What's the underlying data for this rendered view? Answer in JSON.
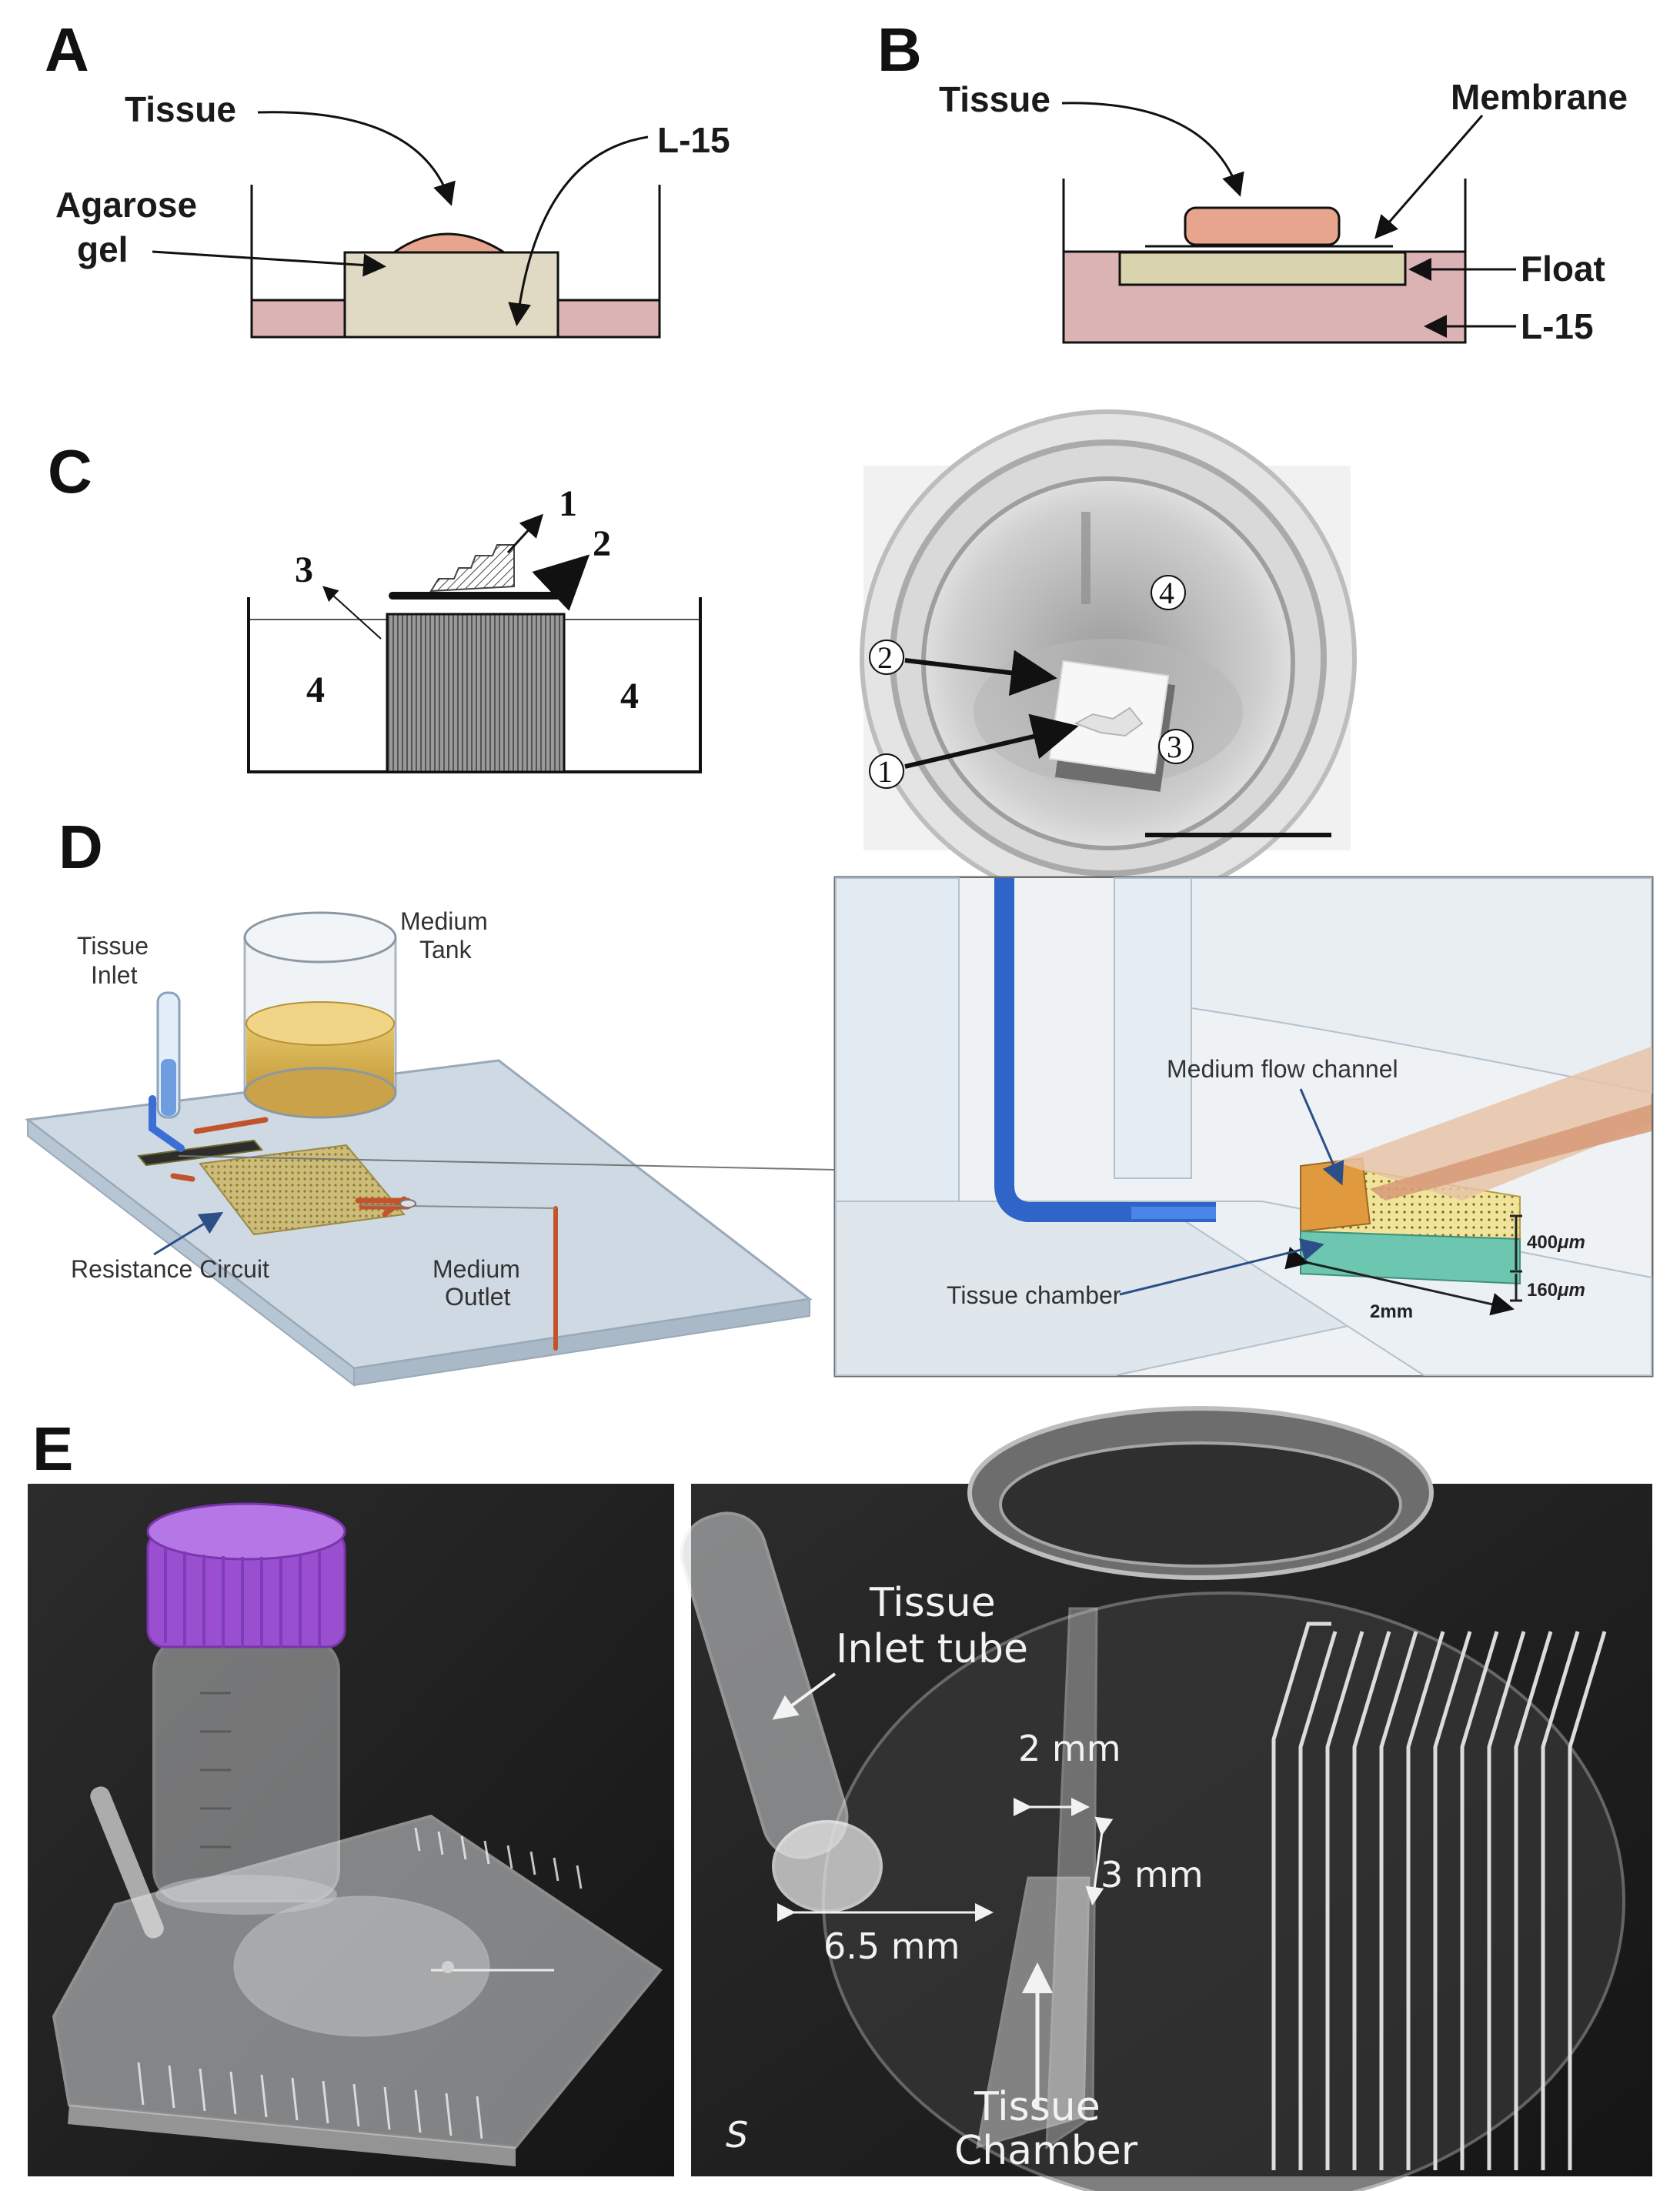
{
  "panels": {
    "A": {
      "letter": "A",
      "tissue": "Tissue",
      "medium": "L-15",
      "gel_line1": "Agarose",
      "gel_line2": "gel",
      "colors": {
        "tissue": "#e8a58e",
        "gel": "#e0dac4",
        "medium": "#dcb3b5"
      }
    },
    "B": {
      "letter": "B",
      "tissue": "Tissue",
      "membrane": "Membrane",
      "float": "Float",
      "medium": "L-15",
      "colors": {
        "tissue": "#e8a58e",
        "float": "#d9d4ae",
        "medium": "#dcb3b5"
      }
    },
    "C": {
      "letter": "C",
      "schematic_labels": {
        "n1": "1",
        "n2": "2",
        "n3": "3",
        "n4_left": "4",
        "n4_right": "4"
      },
      "photo_labels": {
        "n1": "1",
        "n2": "2",
        "n3": "3",
        "n4": "4"
      }
    },
    "D": {
      "letter": "D",
      "tissue_inlet_line1": "Tissue",
      "tissue_inlet_line2": "Inlet",
      "medium_tank_line1": "Medium",
      "medium_tank_line2": "Tank",
      "resistance_circuit": "Resistance Circuit",
      "medium_outlet_line1": "Medium",
      "medium_outlet_line2": "Outlet",
      "medium_flow_channel": "Medium flow channel",
      "tissue_chamber": "Tissue chamber",
      "dim_400": "400",
      "dim_160": "160",
      "dim_unit": "μm",
      "dim_2mm": "2mm",
      "colors": {
        "inlet": "#3b6fd6",
        "outlet": "#c2542b",
        "chip": "#cfd9e3",
        "tank_fluid": "#d6b25a"
      }
    },
    "E": {
      "letter": "E",
      "inlet_tube_line1": "Tissue",
      "inlet_tube_line2": "Inlet tube",
      "dim_2mm": "2 mm",
      "dim_3mm": "3 mm",
      "dim_65mm": "6.5 mm",
      "chamber_line1": "Tissue",
      "chamber_line2": "Chamber",
      "corner_mark": "S",
      "cap_color": "#9a4fd1"
    }
  }
}
